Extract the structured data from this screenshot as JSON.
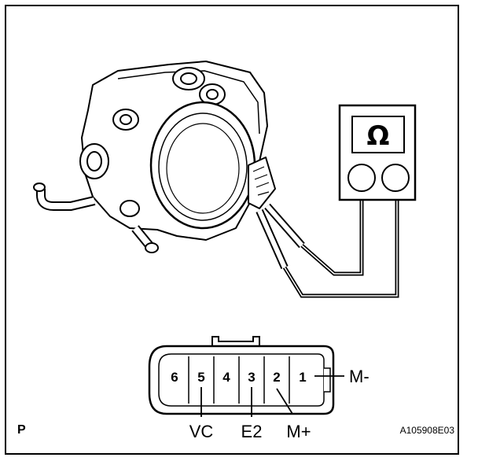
{
  "meter": {
    "symbol": "Ω"
  },
  "connector": {
    "pins": [
      "6",
      "5",
      "4",
      "3",
      "2",
      "1"
    ],
    "labels": {
      "vc": "VC",
      "e2": "E2",
      "m_plus": "M+",
      "m_minus": "M-"
    }
  },
  "footer": {
    "corner_letter": "P",
    "figure_code": "A105908E03"
  },
  "colors": {
    "line": "#000000",
    "background": "#ffffff"
  }
}
